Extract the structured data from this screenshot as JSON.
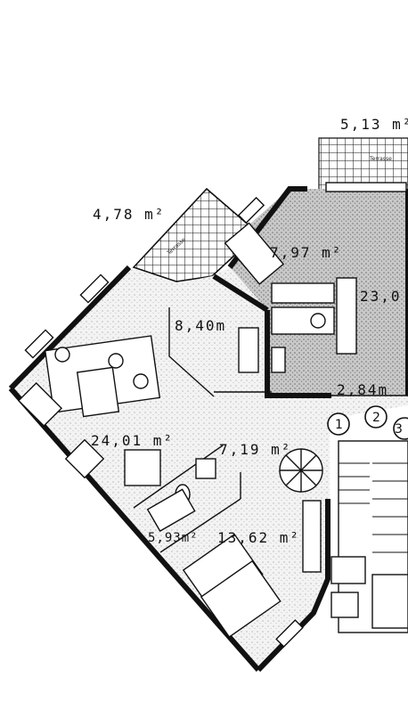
{
  "plan": {
    "areas": {
      "terrace_right": "5,13 m²",
      "terrace_left": "4,78 m²",
      "kitchen_top": "7,97 m²",
      "living_right": "23,0",
      "entry_hall": "8,40m",
      "corridor_small": "2,84m",
      "living_left": "24,01 m²",
      "hall_center": "7,19 m²",
      "bath": "5,93m²",
      "bedroom": "13,62 m²"
    },
    "small_labels": {
      "terrace_right_label": "Terrasse",
      "terrace_left_label": "Terrasse"
    },
    "markers": [
      "1",
      "2",
      "3"
    ]
  }
}
